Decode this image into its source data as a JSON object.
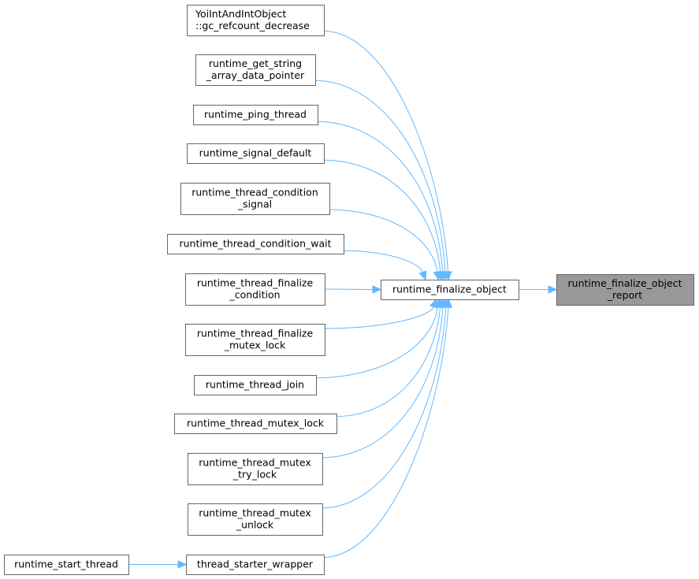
{
  "diagram": {
    "type": "call-graph",
    "colors": {
      "edge": "#63b8ff",
      "node_border": "#666666",
      "node_fill": "#ffffff",
      "focus_fill": "#999999"
    },
    "focus_node": "runtime_finalize_object_report",
    "nodes": [
      {
        "id": "yoi_gc",
        "lines": [
          "YoiIntAndIntObject",
          "::gc_refcount_decrease"
        ],
        "align": "left"
      },
      {
        "id": "get_string",
        "lines": [
          "runtime_get_string",
          "_array_data_pointer"
        ]
      },
      {
        "id": "ping",
        "lines": [
          "runtime_ping_thread"
        ]
      },
      {
        "id": "signal_default",
        "lines": [
          "runtime_signal_default"
        ]
      },
      {
        "id": "cond_signal",
        "lines": [
          "runtime_thread_condition",
          "_signal"
        ]
      },
      {
        "id": "cond_wait",
        "lines": [
          "runtime_thread_condition_wait"
        ]
      },
      {
        "id": "fin_cond",
        "lines": [
          "runtime_thread_finalize",
          "_condition"
        ]
      },
      {
        "id": "fin_mutex",
        "lines": [
          "runtime_thread_finalize",
          "_mutex_lock"
        ]
      },
      {
        "id": "join",
        "lines": [
          "runtime_thread_join"
        ]
      },
      {
        "id": "mutex_lock",
        "lines": [
          "runtime_thread_mutex_lock"
        ]
      },
      {
        "id": "try_lock",
        "lines": [
          "runtime_thread_mutex",
          "_try_lock"
        ]
      },
      {
        "id": "unlock",
        "lines": [
          "runtime_thread_mutex",
          "_unlock"
        ]
      },
      {
        "id": "starter",
        "lines": [
          "thread_starter_wrapper"
        ]
      },
      {
        "id": "start_thread",
        "lines": [
          "runtime_start_thread"
        ]
      },
      {
        "id": "finalize",
        "lines": [
          "runtime_finalize_object"
        ]
      },
      {
        "id": "report",
        "lines": [
          "runtime_finalize_object",
          "_report"
        ],
        "focus": true
      }
    ],
    "edges": [
      {
        "from": "yoi_gc",
        "to": "finalize"
      },
      {
        "from": "get_string",
        "to": "finalize"
      },
      {
        "from": "ping",
        "to": "finalize"
      },
      {
        "from": "signal_default",
        "to": "finalize"
      },
      {
        "from": "cond_signal",
        "to": "finalize"
      },
      {
        "from": "cond_wait",
        "to": "finalize"
      },
      {
        "from": "fin_cond",
        "to": "finalize"
      },
      {
        "from": "fin_mutex",
        "to": "finalize"
      },
      {
        "from": "join",
        "to": "finalize"
      },
      {
        "from": "mutex_lock",
        "to": "finalize"
      },
      {
        "from": "try_lock",
        "to": "finalize"
      },
      {
        "from": "unlock",
        "to": "finalize"
      },
      {
        "from": "starter",
        "to": "finalize"
      },
      {
        "from": "start_thread",
        "to": "starter"
      },
      {
        "from": "finalize",
        "to": "report"
      }
    ]
  }
}
